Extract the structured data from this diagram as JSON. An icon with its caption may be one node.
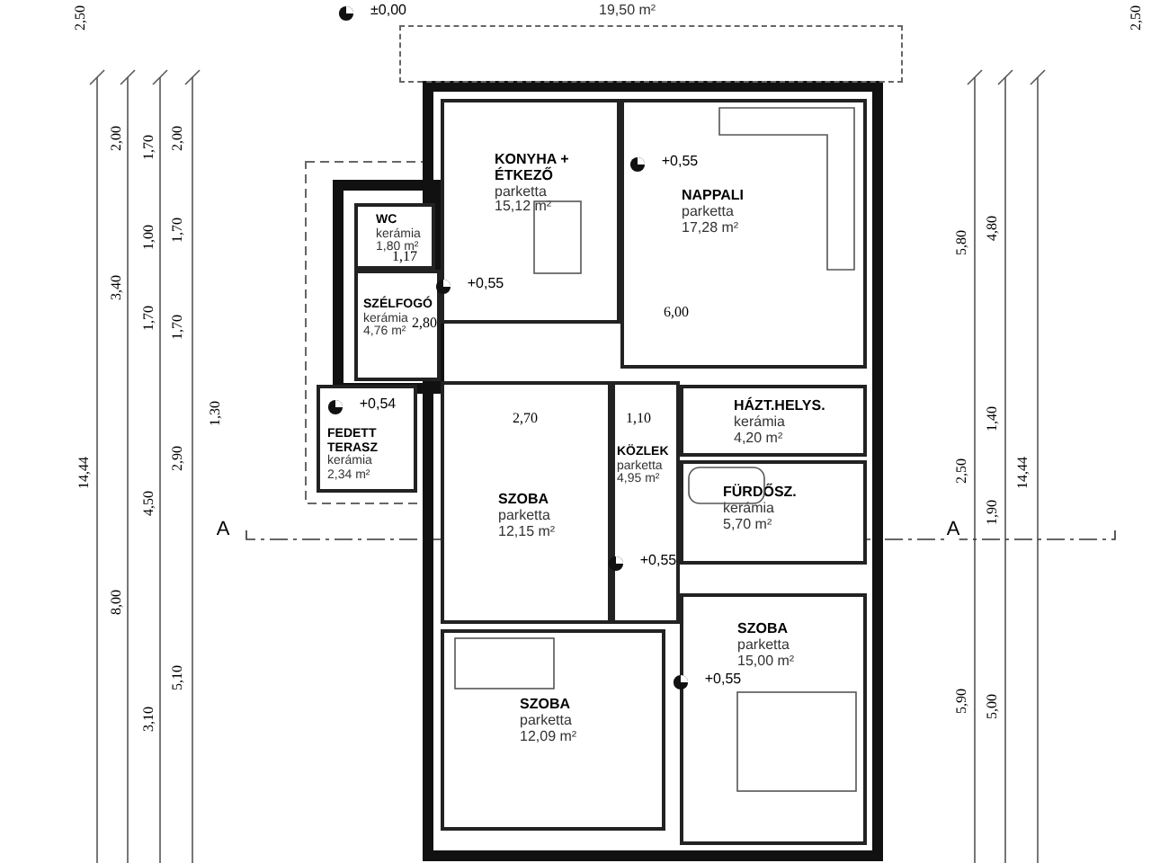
{
  "diagram": {
    "nodes": [
      {
        "text": [
          "KONYHA + ÉTKEZŐ",
          "parketta",
          "15,12 m²"
        ]
      },
      {
        "text": [
          "NAPPALI",
          "parketta",
          "17,28 m²"
        ]
      },
      {
        "text": [
          "WC",
          "kerámia",
          "1,80 m²"
        ]
      },
      {
        "text": [
          "SZÉLFOGÓ",
          "kerámia",
          "4,76 m²"
        ]
      },
      {
        "text": [
          "FEDETT TERASZ",
          "kerámia",
          "2,34 m²"
        ]
      },
      {
        "text": [
          "SZOBA",
          "parketta",
          "12,15 m²"
        ]
      },
      {
        "text": [
          "KÖZLEK",
          "parketta",
          "4,95 m²"
        ]
      },
      {
        "text": [
          "HÁZT.HELYS.",
          "kerámia",
          "4,20 m²"
        ]
      },
      {
        "text": [
          "FÜRDŐSZ.",
          "kerámia",
          "5,70 m²"
        ]
      },
      {
        "text": [
          "SZOBA",
          "parketta",
          "12,09 m²"
        ]
      },
      {
        "text": [
          "SZOBA",
          "parketta",
          "15,00 m²"
        ]
      },
      {
        "text": [
          "19,50 m²"
        ]
      }
    ],
    "labels": [
      "±0,00",
      "2,50",
      "2,50",
      "2,00",
      "1,70",
      "2,00",
      "1,00",
      "1,70",
      "3,40",
      "1,70",
      "1,70",
      "1,30",
      "2,90",
      "14,44",
      "4,50",
      "A",
      "8,00",
      "5,10",
      "3,10",
      "1,17",
      "2,80",
      "+0,55",
      "+0,55",
      "+0,54",
      "6,00",
      "2,70",
      "1,10",
      "+0,55",
      "+0,55",
      "5,80",
      "4,80",
      "1,40",
      "2,50",
      "14,44",
      "1,90",
      "A",
      "5,90",
      "5,00"
    ]
  }
}
